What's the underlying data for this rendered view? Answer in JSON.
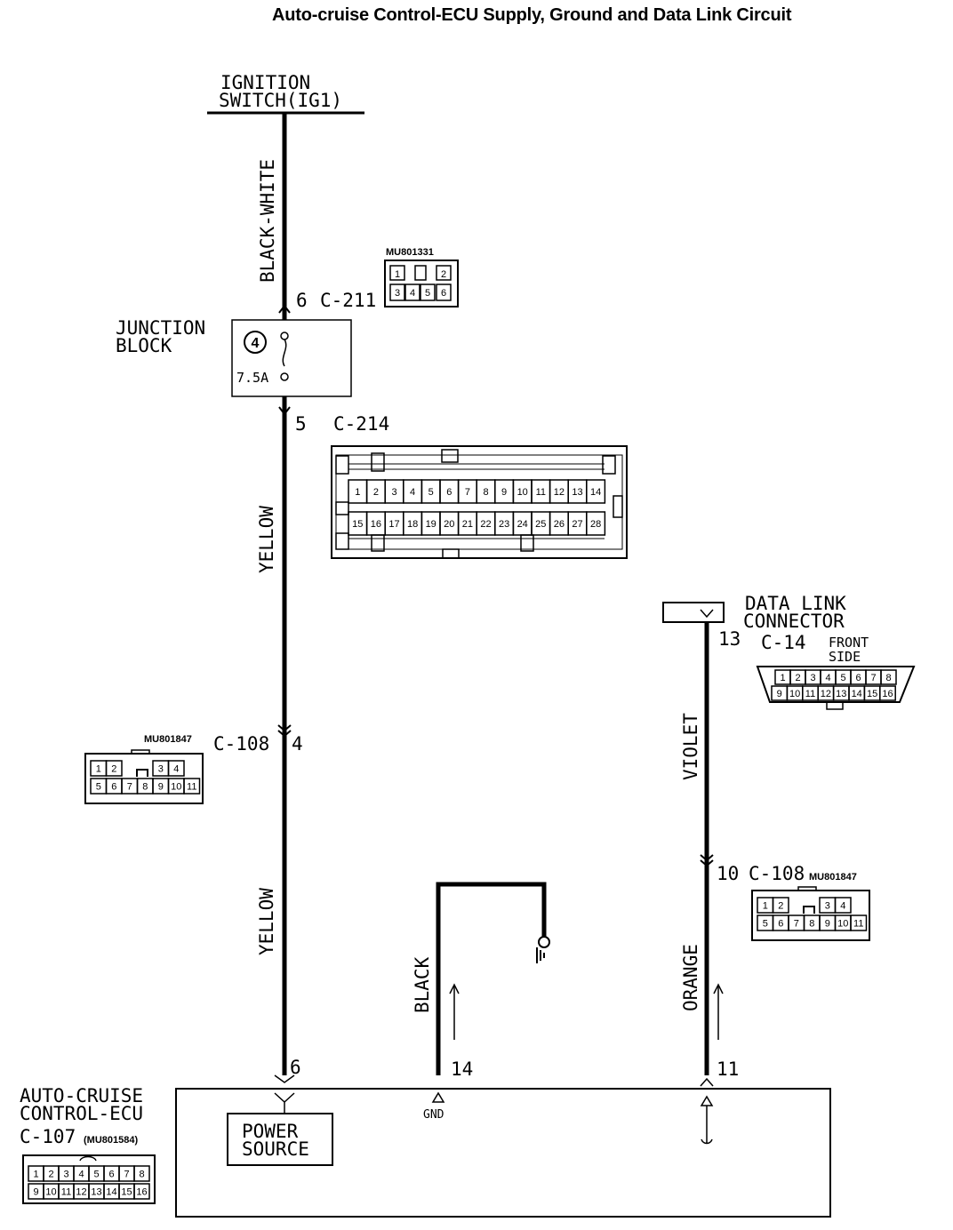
{
  "title": "Auto-cruise Control-ECU Supply, Ground and Data Link Circuit",
  "ignition": {
    "line1": "IGNITION",
    "line2": "SWITCH(IG1)"
  },
  "wires": {
    "black_white": "BLACK-WHITE",
    "yellow_upper": "YELLOW",
    "yellow_lower": "YELLOW",
    "black": "BLACK",
    "violet": "VIOLET",
    "orange": "ORANGE"
  },
  "junction_block": {
    "line1": "JUNCTION",
    "line2": "BLOCK",
    "fuse_number": "4",
    "fuse_rating": "7.5A"
  },
  "connectors": {
    "c211": {
      "pin": "6",
      "name": "C-211",
      "part": "MU801331",
      "pins": [
        "1",
        "2",
        "3",
        "4",
        "5",
        "6"
      ]
    },
    "c214": {
      "pin": "5",
      "name": "C-214",
      "row1": [
        "1",
        "2",
        "3",
        "4",
        "5",
        "6",
        "7",
        "8",
        "9",
        "10",
        "11",
        "12",
        "13",
        "14"
      ],
      "row2": [
        "15",
        "16",
        "17",
        "18",
        "19",
        "20",
        "21",
        "22",
        "23",
        "24",
        "25",
        "26",
        "27",
        "28"
      ]
    },
    "c108_left": {
      "pin": "4",
      "name": "C-108",
      "part": "MU801847",
      "row1": [
        "1",
        "2",
        "",
        "",
        "3",
        "4"
      ],
      "row2": [
        "5",
        "6",
        "7",
        "8",
        "9",
        "10",
        "11"
      ]
    },
    "c108_right": {
      "pin": "10",
      "name": "C-108",
      "part": "MU801847",
      "row1": [
        "1",
        "2",
        "",
        "",
        "3",
        "4"
      ],
      "row2": [
        "5",
        "6",
        "7",
        "8",
        "9",
        "10",
        "11"
      ]
    },
    "dlc": {
      "line1": "DATA LINK",
      "line2": "CONNECTOR",
      "name": "C-14",
      "pin": "13",
      "side1": "FRONT",
      "side2": "SIDE",
      "row1": [
        "1",
        "2",
        "3",
        "4",
        "5",
        "6",
        "7",
        "8"
      ],
      "row2": [
        "9",
        "10",
        "11",
        "12",
        "13",
        "14",
        "15",
        "16"
      ]
    },
    "c107": {
      "name": "C-107",
      "part": "(MU801584)",
      "row1": [
        "1",
        "2",
        "3",
        "4",
        "5",
        "6",
        "7",
        "8"
      ],
      "row2": [
        "9",
        "10",
        "11",
        "12",
        "13",
        "14",
        "15",
        "16"
      ]
    }
  },
  "ecu": {
    "line1": "AUTO-CRUISE",
    "line2": "CONTROL-ECU",
    "pin_power": "6",
    "pin_gnd": "14",
    "pin_data": "11",
    "gnd_label": "GND",
    "power_line1": "POWER",
    "power_line2": "SOURCE"
  }
}
